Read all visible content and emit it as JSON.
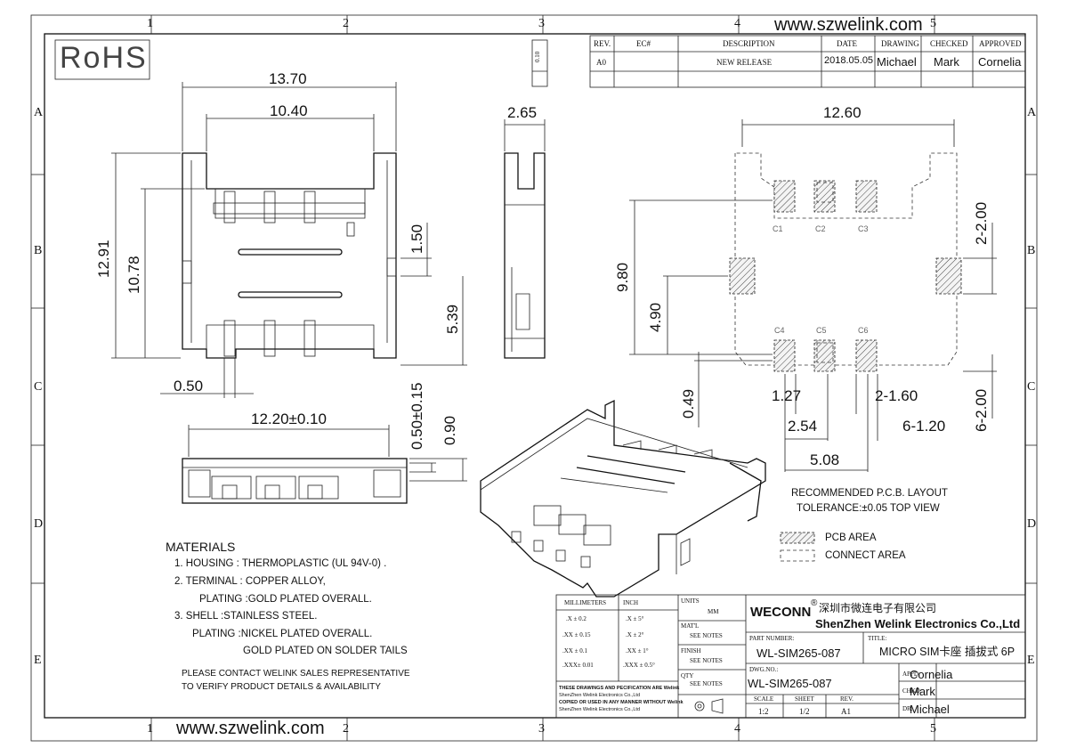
{
  "website": "www.szwelink.com",
  "rohs": "RoHS",
  "zone_cols": [
    "1",
    "2",
    "3",
    "4",
    "5"
  ],
  "zone_rows": [
    "A",
    "B",
    "C",
    "D",
    "E"
  ],
  "revision_table": {
    "headers": [
      "REV.",
      "EC#",
      "DESCRIPTION",
      "DATE",
      "DRAWING",
      "CHECKED",
      "APPROVED"
    ],
    "row": [
      "A0",
      "",
      "NEW RELEASE",
      "2018.05.05",
      "Michael",
      "Mark",
      "Cornelia"
    ]
  },
  "side_box_label": "0.10",
  "dimensions": {
    "top_width_outer": "13.70",
    "top_width_inner": "10.40",
    "height_outer": "12.91",
    "height_inner": "10.78",
    "slot_gap": "1.50",
    "half_height": "5.39",
    "pitch_left": "0.50",
    "side_width": "2.65",
    "front_width": "12.20±0.10",
    "front_tol": "0.50±0.15",
    "front_height": "0.90",
    "pcb_width": "12.60",
    "pcb_height": "9.80",
    "pcb_half": "4.90",
    "pcb_pad": "2-2.00",
    "pcb_bottom": "0.49",
    "pcb_127": "1.27",
    "pcb_160": "2-1.60",
    "pcb_254": "2.54",
    "pcb_120": "6-1.20",
    "pcb_200b": "6-2.00",
    "pcb_508": "5.08"
  },
  "pad_labels": [
    "C1",
    "C2",
    "C3",
    "C4",
    "C5",
    "C6"
  ],
  "pcb_note": [
    "RECOMMENDED P.C.B. LAYOUT",
    "TOLERANCE:±0.05 TOP VIEW"
  ],
  "legend": {
    "pcb_area": "PCB AREA",
    "connect_area": "CONNECT AREA"
  },
  "materials": {
    "title": "MATERIALS",
    "lines": [
      "1. HOUSING : THERMOPLASTIC (UL 94V-0) .",
      "2. TERMINAL : COPPER ALLOY,",
      "PLATING :GOLD PLATED OVERALL.",
      "3. SHELL :STAINLESS STEEL.",
      "PLATING :NICKEL PLATED OVERALL.",
      "GOLD PLATED ON SOLDER TAILS"
    ],
    "contact": [
      "PLEASE CONTACT WELINK SALES REPRESENTATIVE",
      "TO VERIFY PRODUCT DETAILS & AVAILABILITY"
    ]
  },
  "title_block": {
    "tol_headers": [
      "MILLIMETERS",
      "INCH"
    ],
    "tol_rows": [
      [
        ".X  ±  0.2",
        ".X  ±  5°"
      ],
      [
        ".XX  ± 0.15",
        ".X  ± 2°"
      ],
      [
        ".XX  ± 0.1",
        ".XX  ± 1°"
      ],
      [
        ".XXX± 0.01",
        ".XXX ± 0.5°"
      ]
    ],
    "units_label": "UNITS",
    "units_value": "MM",
    "matl_label": "MAT'L",
    "finish_label": "FINISH",
    "qty_label": "QTY",
    "see_notes": "SEE NOTES",
    "notice": [
      "THESE DRAWINGS AND PECIFICATION ARE Welink",
      "ShenZhen Welink Electronics Co.,Ltd",
      "COPIED OR USED IN ANY MANNER WITHOUT Welink",
      "ShenZhen Welink Electronics Co.,Ltd"
    ],
    "brand": "WECONN",
    "reg": "®",
    "company_cn": "深圳市微连电子有限公司",
    "company_en": "ShenZhen Welink Electronics Co.,Ltd",
    "part_label": "PART NUMBER:",
    "part_number": "WL-SIM265-087",
    "title_label": "TITLE:",
    "title": "MICRO SIM卡座 插拔式 6P",
    "dwg_label": "DWG.NO.:",
    "dwg_number": "WL-SIM265-087",
    "scale_label": "SCALE",
    "sheet_label": "SHEET",
    "rev_label": "REV.",
    "scale": "1:2",
    "sheet": "1/2",
    "rev": "A1",
    "appd_label": "APPD:",
    "appd": "Cornelia",
    "chkd_label": "CHKD:",
    "chkd": "Mark",
    "dr_label": "DR:",
    "dr": "Michael"
  }
}
